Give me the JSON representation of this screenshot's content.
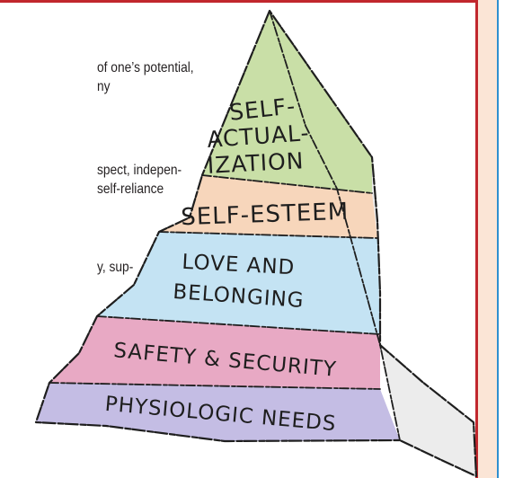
{
  "text_lines": [
    "of one’s potential,",
    "ny",
    "spect, indepen-",
    "self-reliance",
    "y, sup-"
  ],
  "tiers": [
    {
      "lines": [
        "SELF-",
        "ACTUAL-",
        "IZATION"
      ],
      "color": "#c9dfa7"
    },
    {
      "lines": [
        "SELF-ESTEEM"
      ],
      "color": "#f7d6bb"
    },
    {
      "lines": [
        "LOVE AND",
        "BELONGING"
      ],
      "color": "#c4e3f3"
    },
    {
      "lines": [
        "SAFETY & SECURITY"
      ],
      "color": "#e8a9c4"
    },
    {
      "lines": [
        "PHYSIOLOGIC NEEDS"
      ],
      "color": "#c4bde4"
    }
  ],
  "colors": {
    "frame": "#c1272d",
    "sidebar": "#fbe5d6",
    "sidebar_edge": "#2f8fd0",
    "side_face": "#ececec"
  }
}
